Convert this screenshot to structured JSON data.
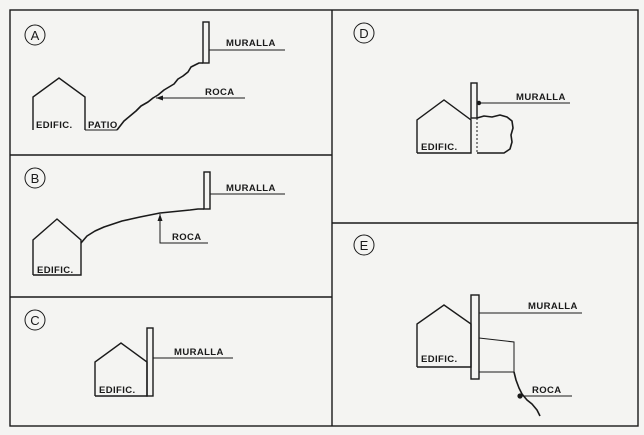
{
  "panels": [
    {
      "id": "A",
      "labels": {
        "wall": "MURALLA",
        "rock": "ROCA",
        "building": "EDIFIC.",
        "yard": "PATIO"
      }
    },
    {
      "id": "B",
      "labels": {
        "wall": "MURALLA",
        "rock": "ROCA",
        "building": "EDIFIC."
      }
    },
    {
      "id": "C",
      "labels": {
        "wall": "MURALLA",
        "building": "EDIFIC."
      }
    },
    {
      "id": "D",
      "labels": {
        "wall": "MURALLA",
        "building": "EDIFIC."
      }
    },
    {
      "id": "E",
      "labels": {
        "wall": "MURALLA",
        "rock": "ROCA",
        "building": "EDIFIC."
      }
    }
  ],
  "colors": {
    "line": "#1a1a1a",
    "background": "#f4f4f2"
  }
}
